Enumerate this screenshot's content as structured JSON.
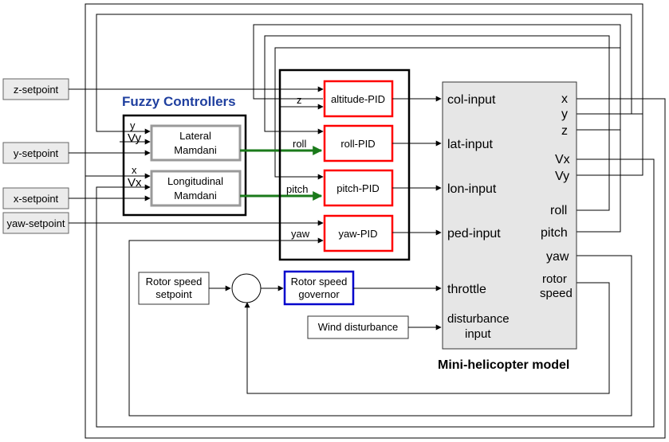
{
  "setpoints": {
    "z": "z-setpoint",
    "y": "y-setpoint",
    "x": "x-setpoint",
    "yaw": "yaw-setpoint"
  },
  "fuzzy": {
    "title": "Fuzzy Controllers",
    "lateral_line1": "Lateral",
    "lateral_line2": "Mamdani",
    "longitudinal_line1": "Longitudinal",
    "longitudinal_line2": "Mamdani",
    "in_y": "y",
    "in_vy": "Vy",
    "in_x": "x",
    "in_vx": "Vx"
  },
  "pid": {
    "altitude": "altitude-PID",
    "roll": "roll-PID",
    "pitch": "pitch-PID",
    "yaw": "yaw-PID",
    "in_z": "z",
    "in_roll": "roll",
    "in_pitch": "pitch",
    "in_yaw": "yaw"
  },
  "model": {
    "title": "Mini-helicopter model",
    "inputs": {
      "col": "col-input",
      "lat": "lat-input",
      "lon": "lon-input",
      "ped": "ped-input",
      "throttle": "throttle",
      "disturbance_line1": "disturbance",
      "disturbance_line2": "input"
    },
    "outputs": {
      "x": "x",
      "y": "y",
      "z": "z",
      "vx": "Vx",
      "vy": "Vy",
      "roll": "roll",
      "pitch": "pitch",
      "yaw": "yaw",
      "rotor_line1": "rotor",
      "rotor_line2": "speed"
    }
  },
  "rotor": {
    "setpoint_line1": "Rotor speed",
    "setpoint_line2": "setpoint",
    "governor_line1": "Rotor speed",
    "governor_line2": "governor",
    "wind": "Wind disturbance"
  },
  "colors": {
    "pid_border": "#ff0000",
    "fuzzy_border": "#999999",
    "governor_border": "#0000cc",
    "fuzzy_title": "#1f3f9f",
    "fuzzy_to_pid_wire": "#1a7a1a",
    "model_fill": "#e6e6e6"
  }
}
